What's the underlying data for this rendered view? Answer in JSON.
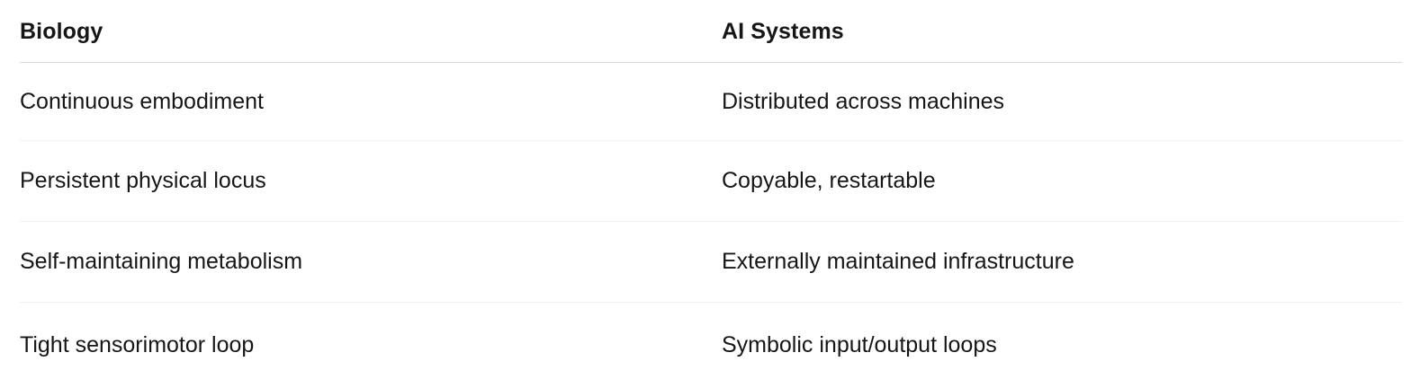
{
  "table": {
    "columns": [
      {
        "header": "Biology"
      },
      {
        "header": "AI Systems"
      }
    ],
    "rows": [
      {
        "biology": "Continuous embodiment",
        "ai": "Distributed across machines"
      },
      {
        "biology": "Persistent physical locus",
        "ai": "Copyable, restartable"
      },
      {
        "biology": "Self-maintaining metabolism",
        "ai": "Externally maintained infrastructure"
      },
      {
        "biology": "Tight sensorimotor loop",
        "ai": "Symbolic input/output loops"
      }
    ]
  },
  "colors": {
    "background": "#ffffff",
    "text": "#161616",
    "header_divider": "#d9d9d9",
    "row_divider": "#f1f1f1"
  }
}
